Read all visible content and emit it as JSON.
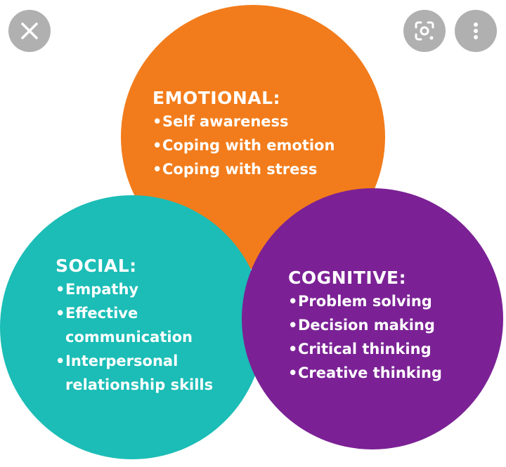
{
  "diagram": {
    "circles": [
      {
        "key": "emotional",
        "color": "#f27c1b",
        "heading": "EMOTIONAL:",
        "items": [
          "Self awareness",
          "Coping with emotion",
          "Coping with stress"
        ]
      },
      {
        "key": "social",
        "color": "#1bbdb6",
        "heading": "SOCIAL:",
        "items": [
          "Empathy",
          "Effective communication",
          "Interpersonal relationship skills"
        ]
      },
      {
        "key": "cognitive",
        "color": "#7b2195",
        "heading": "COGNITIVE:",
        "items": [
          "Problem solving",
          "Decision making",
          "Critical thinking",
          "Creative thinking"
        ]
      }
    ]
  },
  "overlay": {
    "close_icon": "close-icon",
    "lens_icon": "lens-search-icon",
    "more_icon": "more-vertical-icon",
    "button_color": "#969696"
  }
}
